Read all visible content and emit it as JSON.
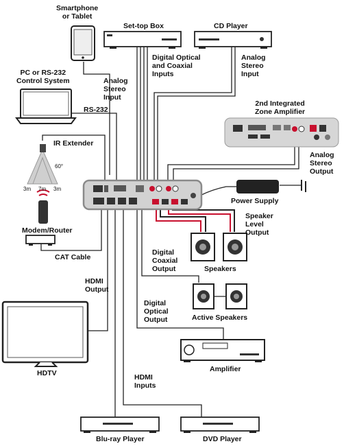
{
  "labels": {
    "smartphone": "Smartphone\nor Tablet",
    "settop": "Set-top Box",
    "cdplayer": "CD Player",
    "digital_optical_coaxial_inputs": "Digital Optical\nand Coaxial\nInputs",
    "analog_stereo_input_cd": "Analog\nStereo\nInput",
    "pc": "PC or RS-232\nControl System",
    "analog_stereo_input_phone": "Analog\nStereo\nInput",
    "rs232": "RS-232",
    "zone_amp": "2nd Integrated\nZone Amplifier",
    "ir_extender": "IR Extender",
    "analog_stereo_output": "Analog\nStereo\nOutput",
    "power_supply": "Power Supply",
    "modem": "Modem/Router",
    "cat_cable": "CAT Cable",
    "speaker_level_output": "Speaker\nLevel\nOutput",
    "digital_coaxial_output": "Digital\nCoaxial\nOutput",
    "speakers": "Speakers",
    "hdmi_output": "HDMI\nOutput",
    "active_speakers": "Active Speakers",
    "digital_optical_output": "Digital\nOptical\nOutput",
    "hdtv": "HDTV",
    "amplifier": "Amplifier",
    "hdmi_inputs": "HDMI\nInputs",
    "bluray": "Blu-ray Player",
    "dvd": "DVD Player",
    "ir_angle": "60°",
    "ir_dist_left": "3m",
    "ir_dist_center": "7m",
    "ir_dist_right": "3m"
  },
  "colors": {
    "line": "#222222",
    "accent_red": "#c8102e",
    "box_gray": "#9a9a9a",
    "panel": "#e8e8e8"
  }
}
